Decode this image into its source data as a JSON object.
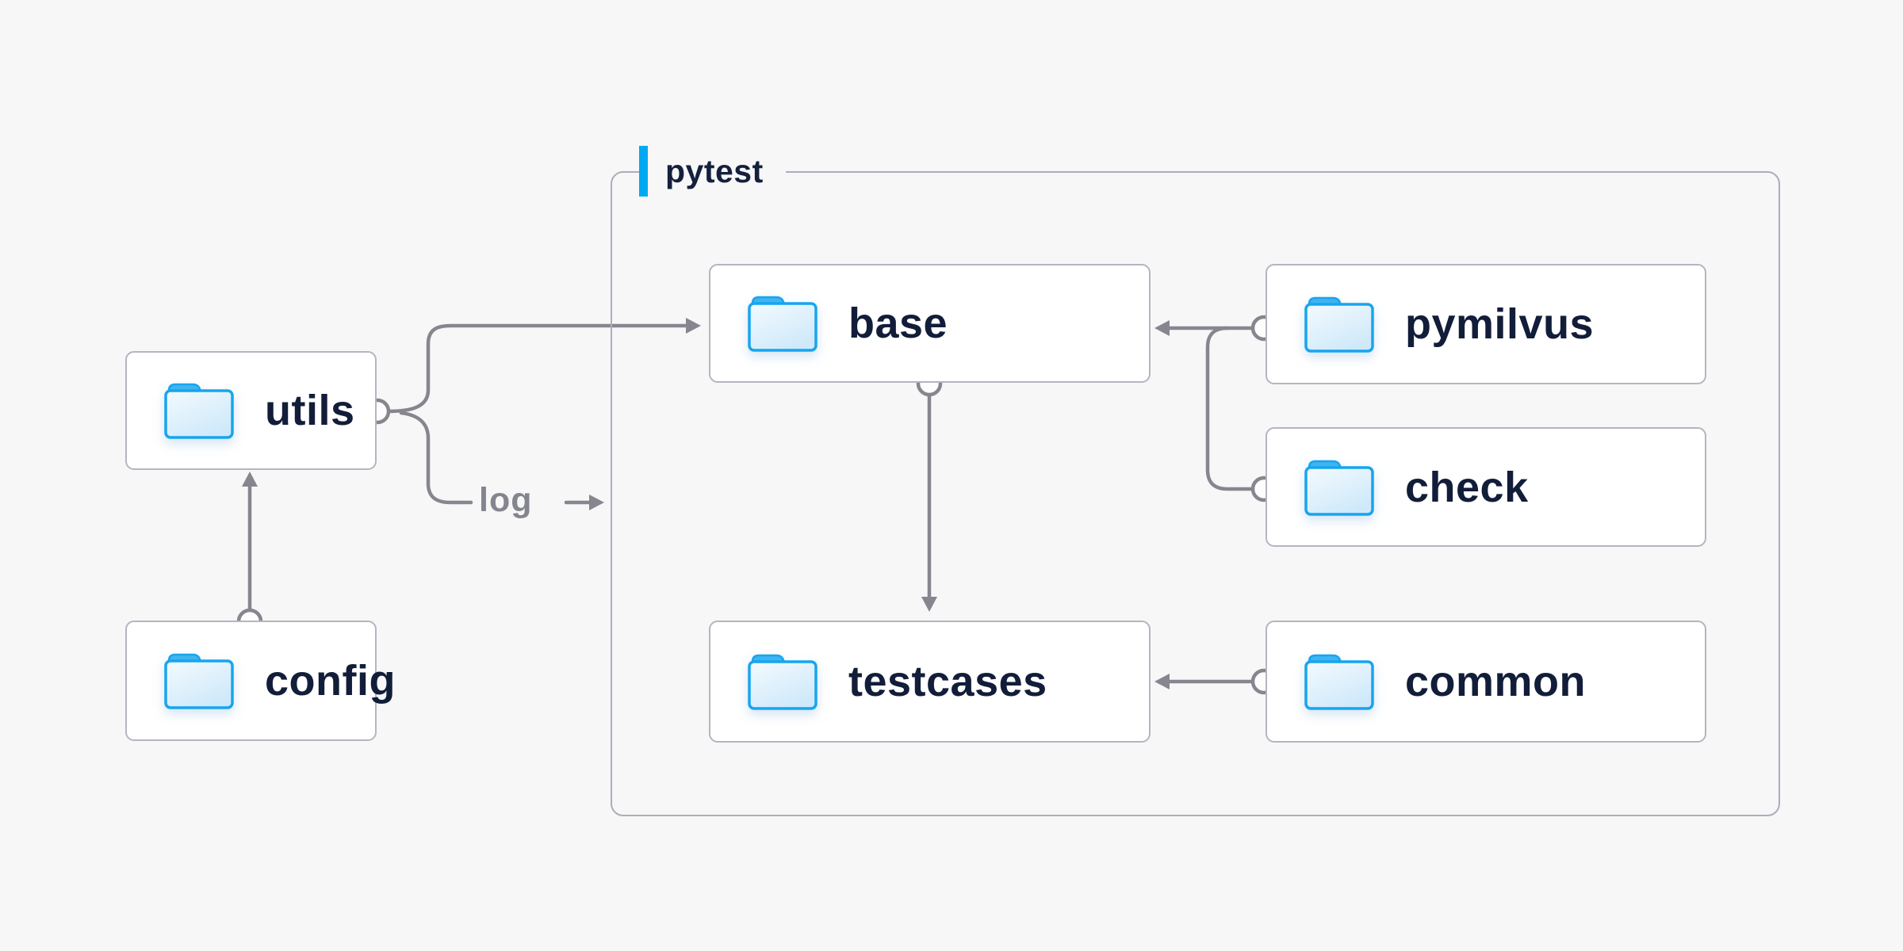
{
  "diagram": {
    "background_color": "#f7f7f8",
    "wire_color": "#86868f",
    "node_border_color": "#b5b5c1",
    "node_text_color": "#121d39",
    "accent_color": "#00a9f2",
    "folder_blue": "#1aa7ef"
  },
  "group": {
    "label": "pytest"
  },
  "nodes": [
    {
      "id": "utils",
      "label": "utils"
    },
    {
      "id": "config",
      "label": "config"
    },
    {
      "id": "base",
      "label": "base"
    },
    {
      "id": "testcases",
      "label": "testcases"
    },
    {
      "id": "pymilvus",
      "label": "pymilvus"
    },
    {
      "id": "check",
      "label": "check"
    },
    {
      "id": "common",
      "label": "common"
    }
  ],
  "edge_labels": {
    "log": "log"
  },
  "edges": [
    {
      "from": "config",
      "to": "utils"
    },
    {
      "from": "utils",
      "to": "base"
    },
    {
      "from": "utils",
      "to": "log"
    },
    {
      "from": "base",
      "to": "testcases"
    },
    {
      "from": "pymilvus",
      "to": "base"
    },
    {
      "from": "check",
      "to": "base"
    },
    {
      "from": "common",
      "to": "testcases"
    }
  ]
}
